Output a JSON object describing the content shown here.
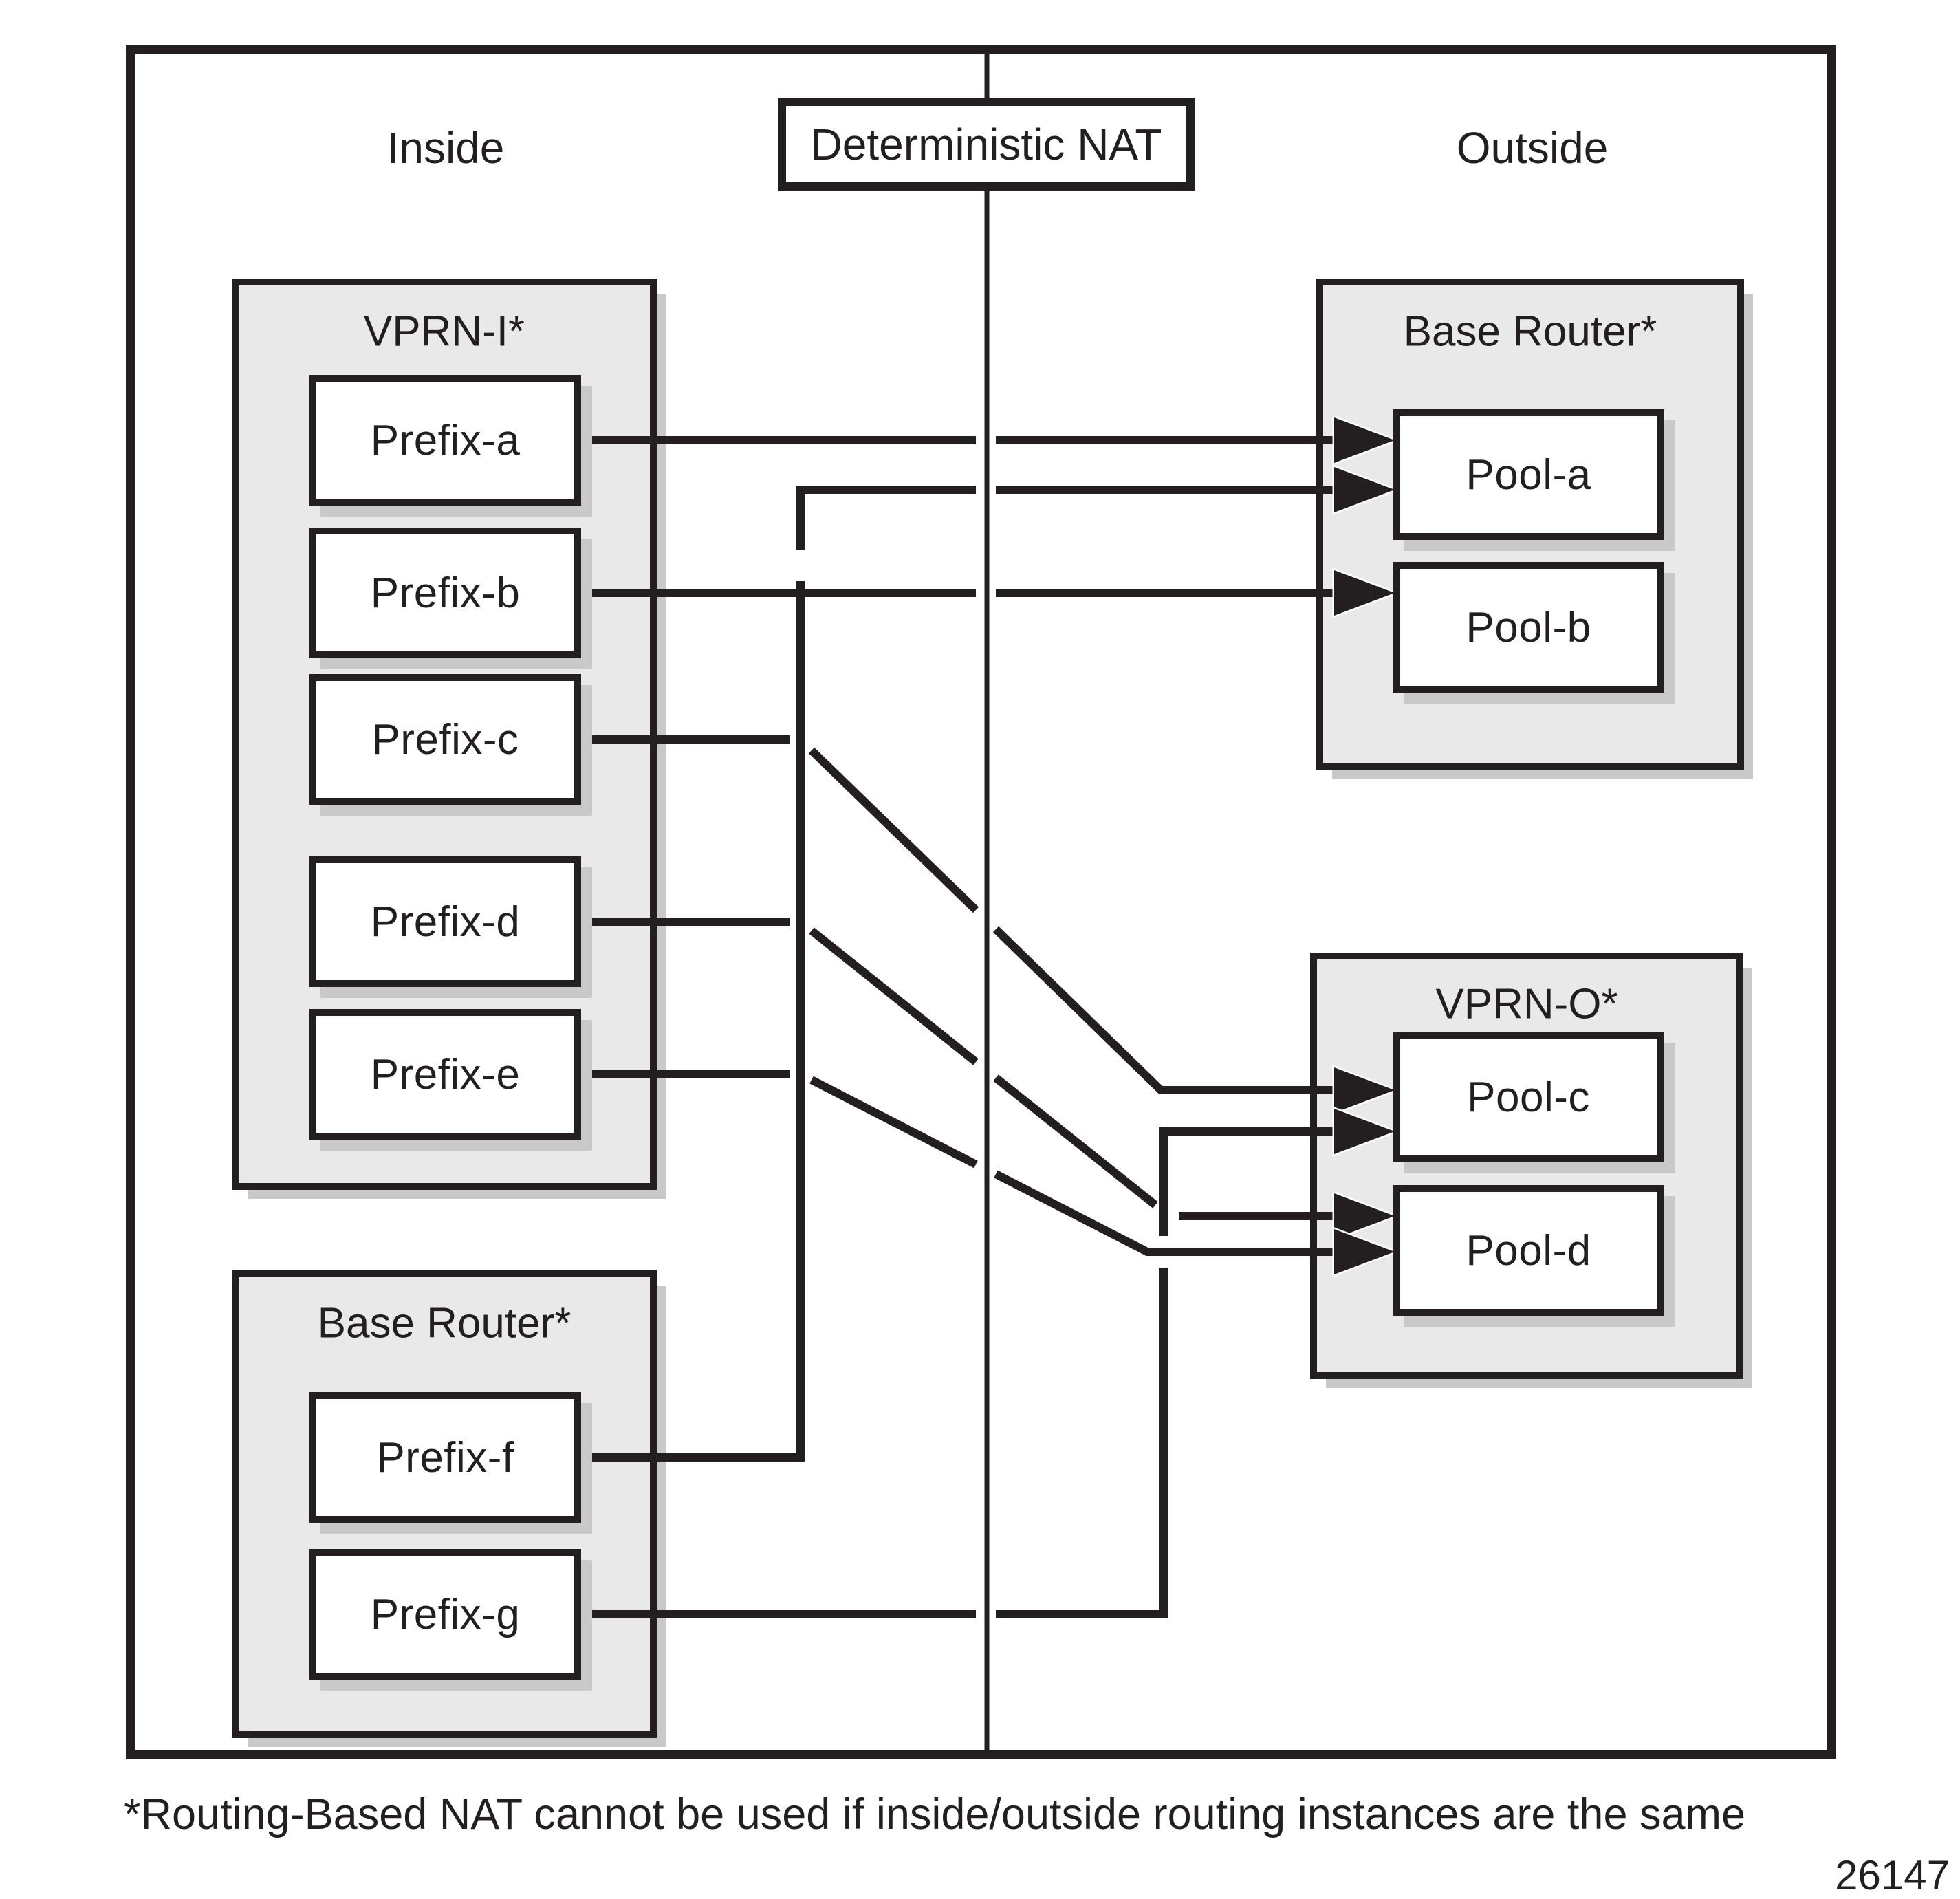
{
  "header": {
    "inside": "Inside",
    "nat": "Deterministic NAT",
    "outside": "Outside"
  },
  "inside": {
    "groups": [
      {
        "title": "VPRN-I*",
        "items": [
          "Prefix-a",
          "Prefix-b",
          "Prefix-c",
          "Prefix-d",
          "Prefix-e"
        ]
      },
      {
        "title": "Base Router*",
        "items": [
          "Prefix-f",
          "Prefix-g"
        ]
      }
    ]
  },
  "outside": {
    "groups": [
      {
        "title": "Base Router*",
        "items": [
          "Pool-a",
          "Pool-b"
        ]
      },
      {
        "title": "VPRN-O*",
        "items": [
          "Pool-c",
          "Pool-d"
        ]
      }
    ]
  },
  "mappings": [
    {
      "from": "Prefix-a",
      "to": "Pool-a"
    },
    {
      "from": "Prefix-b",
      "to": "Pool-b"
    },
    {
      "from": "Prefix-c",
      "to": "Pool-c"
    },
    {
      "from": "Prefix-d",
      "to": "Pool-d"
    },
    {
      "from": "Prefix-e",
      "to": "Pool-d"
    },
    {
      "from": "Prefix-f",
      "to": "Pool-a"
    },
    {
      "from": "Prefix-g",
      "to": "Pool-c"
    }
  ],
  "footnote": "*Routing-Based NAT cannot be used if inside/outside routing instances are the same",
  "figure_number": "26147",
  "colors": {
    "ink": "#231f20",
    "container_fill": "#e9e9e9",
    "shadow": "#c9c9c9",
    "background": "#ffffff"
  }
}
